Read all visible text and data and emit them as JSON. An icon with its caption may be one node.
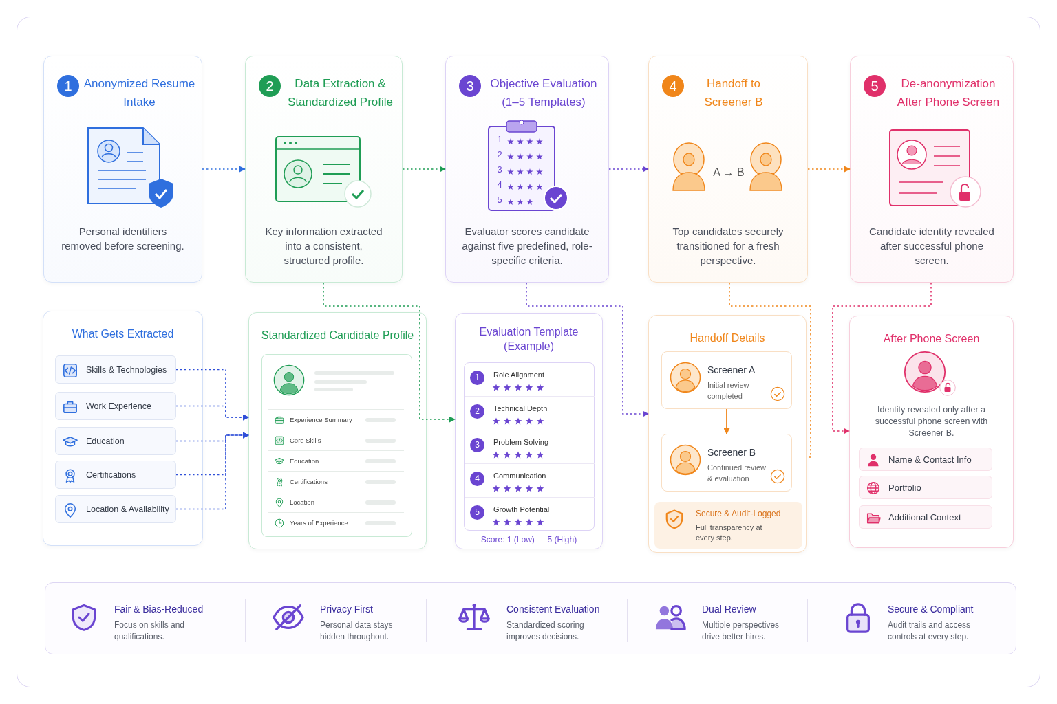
{
  "diagram": {
    "nodes": [
      {
        "text": [
          "1",
          "Anonymized Resume Intake",
          "Personal identifiers removed before screening."
        ]
      },
      {
        "text": [
          "2",
          "Data Extraction & Standardized Profile",
          "Key information extracted into a consistent, structured profile."
        ]
      },
      {
        "text": [
          "3",
          "Objective Evaluation (1–5 Templates)",
          "Evaluator scores candidate against five predefined, role-specific criteria."
        ]
      },
      {
        "text": [
          "4",
          "Handoff to Screener B",
          "A → B",
          "Top candidates securely transitioned for a fresh perspective."
        ]
      },
      {
        "text": [
          "5",
          "De-anonymization After Phone Screen",
          "Candidate identity revealed after successful phone screen."
        ]
      },
      {
        "text": [
          "What Gets Extracted"
        ]
      },
      {
        "text": [
          "Skills & Technologies"
        ],
        "in": 5
      },
      {
        "text": [
          "Work Experience"
        ],
        "in": 5
      },
      {
        "text": [
          "Education"
        ],
        "in": 5
      },
      {
        "text": [
          "Certifications"
        ],
        "in": 5
      },
      {
        "text": [
          "Location & Availability"
        ],
        "in": 5
      },
      {
        "text": [
          "Standardized Candidate Profile"
        ]
      },
      {
        "text": [],
        "shape": "box",
        "in": 11
      },
      {
        "text": [
          "Experience Summary"
        ],
        "in": 12
      },
      {
        "text": [
          "Core Skills"
        ],
        "in": 12
      },
      {
        "text": [
          "Education"
        ],
        "in": 12
      },
      {
        "text": [
          "Certifications"
        ],
        "in": 12
      },
      {
        "text": [
          "Location"
        ],
        "in": 12
      },
      {
        "text": [
          "Years of Experience"
        ],
        "in": 12
      },
      {
        "text": [
          "Evaluation Template (Example)",
          "Score: 1 (Low) — 5 (High)"
        ]
      },
      {
        "text": [],
        "shape": "box",
        "in": 19
      },
      {
        "text": [
          "1",
          "Role Alignment"
        ],
        "in": 20
      },
      {
        "text": [
          "2",
          "Technical Depth"
        ],
        "in": 20
      },
      {
        "text": [
          "3",
          "Problem Solving"
        ],
        "in": 20
      },
      {
        "text": [
          "4",
          "Communication"
        ],
        "in": 20
      },
      {
        "text": [
          "5",
          "Growth Potential"
        ],
        "in": 20
      },
      {
        "text": [
          "Handoff Details"
        ]
      },
      {
        "text": [
          "Screener A",
          "Initial review completed"
        ],
        "in": 26
      },
      {
        "text": [
          "Screener B",
          "Continued review & evaluation"
        ],
        "in": 26
      },
      {
        "text": [
          "Secure & Audit-Logged",
          "Full transparency at every step."
        ],
        "in": 26
      },
      {
        "text": [
          "After Phone Screen",
          "Identity revealed only after a successful phone screen with Screener B."
        ]
      },
      {
        "text": [
          "Name & Contact Info"
        ],
        "in": 30
      },
      {
        "text": [
          "Portfolio"
        ],
        "in": 30
      },
      {
        "text": [
          "Additional Context"
        ],
        "in": 30
      }
    ],
    "edges": [
      {
        "from": 0,
        "to": 1,
        "arrow": "to",
        "style": "dashed",
        "color": "#2f6fde"
      },
      {
        "from": 1,
        "to": 2,
        "arrow": "to",
        "style": "dashed",
        "color": "#1f9d55"
      },
      {
        "from": 2,
        "to": 3,
        "arrow": "to",
        "style": "dashed",
        "color": "#6a45d1"
      },
      {
        "from": 3,
        "to": 4,
        "arrow": "to",
        "style": "dashed",
        "color": "#f0861a"
      },
      {
        "from": 1,
        "to": 19,
        "arrow": "to",
        "style": "dashed",
        "color": "#1f9d55"
      },
      {
        "from": 2,
        "to": 26,
        "arrow": "to",
        "style": "dashed",
        "color": "#6a45d1"
      },
      {
        "from": 3,
        "to": 26,
        "arrow": "none",
        "style": "dashed",
        "color": "#f0861a"
      },
      {
        "from": 4,
        "to": 30,
        "arrow": "to",
        "style": "dashed",
        "color": "#e0306a"
      },
      {
        "from": 6,
        "to": 11,
        "arrow": "to",
        "style": "dashed",
        "color": "#2f4fd8"
      },
      {
        "from": 7,
        "to": 11,
        "arrow": "to",
        "style": "dashed",
        "color": "#2f4fd8"
      },
      {
        "from": 8,
        "to": 11,
        "arrow": "to",
        "style": "dashed",
        "color": "#2f4fd8"
      },
      {
        "from": 9,
        "to": 11,
        "arrow": "to",
        "style": "dashed",
        "color": "#2f4fd8"
      },
      {
        "from": 10,
        "to": 11,
        "arrow": "to",
        "style": "dashed",
        "color": "#2f4fd8"
      },
      {
        "from": 27,
        "to": 28,
        "arrow": "to",
        "color": "#f0861a"
      }
    ],
    "labels": [
      "1",
      "2",
      "3",
      "4",
      "5",
      "Fair & Bias-Reduced",
      "Focus on skills and qualifications.",
      "Privacy First",
      "Personal data stays hidden throughout.",
      "Consistent Evaluation",
      "Standardized scoring improves decisions.",
      "Dual Review",
      "Multiple perspectives drive better hires.",
      "Secure & Compliant",
      "Audit trails and access controls at every step."
    ]
  }
}
